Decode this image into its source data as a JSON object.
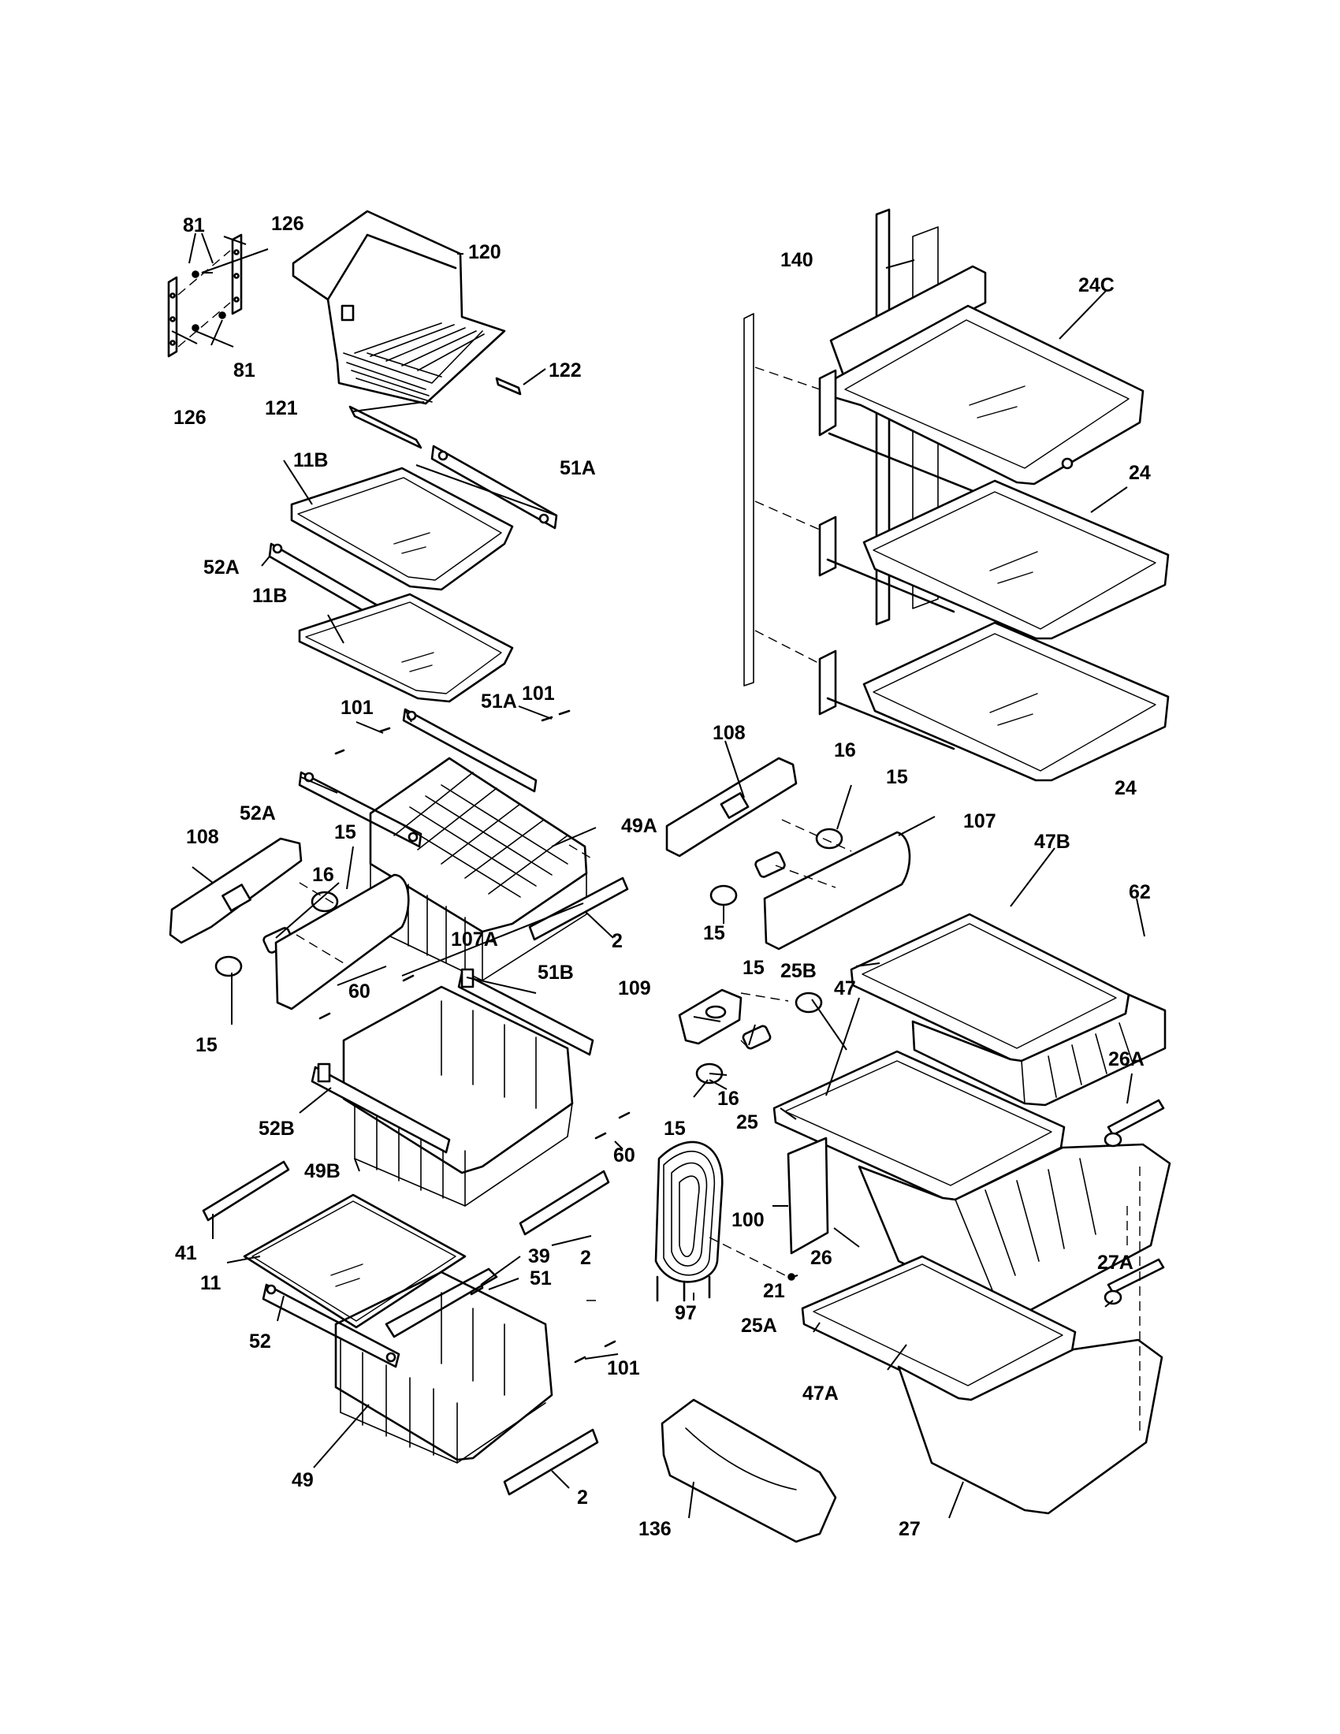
{
  "callouts": {
    "c81_top": "81",
    "c126_top": "126",
    "c120": "120",
    "c140": "140",
    "c24C": "24C",
    "c81_bot": "81",
    "c122": "122",
    "c126_bot": "126",
    "c121": "121",
    "c11B_top": "11B",
    "c51A_top": "51A",
    "c24_top": "24",
    "c52A_top": "52A",
    "c11B_bot": "11B",
    "c101_left": "101",
    "c51A_mid": "51A",
    "c101_right": "101",
    "c108_left": "108",
    "c16_right": "16",
    "c15_right": "15",
    "c24_bot": "24",
    "c52A_bot": "52A",
    "c49A": "49A",
    "c107": "107",
    "c47B": "47B",
    "c15_left_a": "15",
    "c108_right": "108",
    "c16_left": "16",
    "c62": "62",
    "c107A": "107A",
    "c2_top": "2",
    "c15_right_b": "15",
    "c15_mid": "15",
    "c25B": "25B",
    "c51B": "51B",
    "c109": "109",
    "c47": "47",
    "c60_top": "60",
    "c15_left_b": "15",
    "c26A": "26A",
    "c16_mid": "16",
    "c52B": "52B",
    "c15_mid_b": "15",
    "c25": "25",
    "c60_bot": "60",
    "c49B": "49B",
    "c100": "100",
    "c41": "41",
    "c26": "26",
    "c2_mid": "2",
    "c39": "39",
    "c27A": "27A",
    "c11": "11",
    "c51": "51",
    "c21": "21",
    "c52": "52",
    "c97": "97",
    "c25A": "25A",
    "c101_bot": "101",
    "c47A": "47A",
    "c49": "49",
    "c2_bot": "2",
    "c136": "136",
    "c27": "27"
  }
}
